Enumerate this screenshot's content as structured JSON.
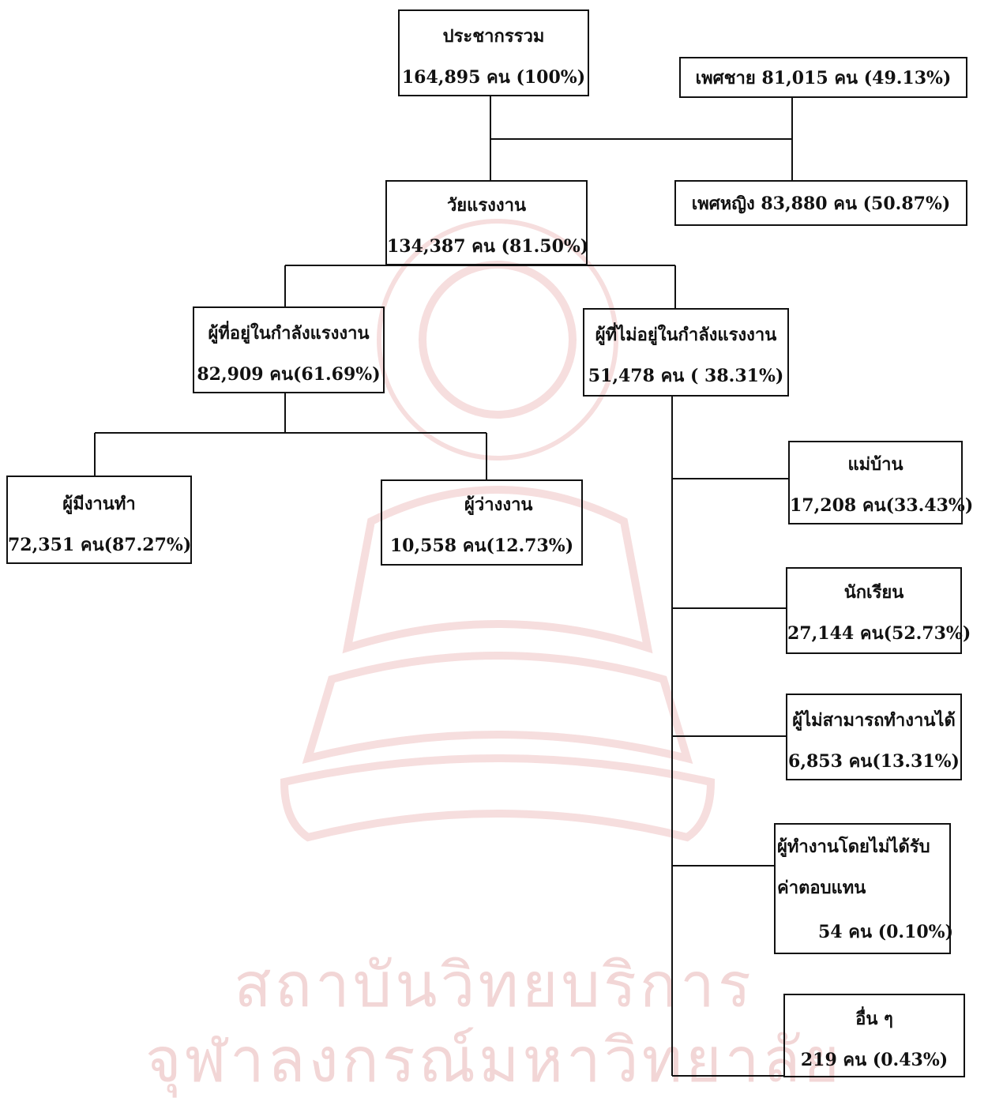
{
  "nodes": {
    "total": {
      "title": "ประชากรรวม",
      "value": "164,895 คน (100%)"
    },
    "male": {
      "text": "เพศชาย 81,015 คน (49.13%)"
    },
    "female": {
      "text": "เพศหญิง 83,880 คน (50.87%)"
    },
    "working_age": {
      "title": "วัยแรงงาน",
      "value": "134,387 คน (81.50%)"
    },
    "in_labor": {
      "title": "ผู้ที่อยู่ในกำลังแรงงาน",
      "value": "82,909 คน(61.69%)"
    },
    "not_labor": {
      "title": "ผู้ที่ไม่อยู่ในกำลังแรงงาน",
      "value": "51,478 คน ( 38.31%)"
    },
    "employed": {
      "title": "ผู้มีงานทำ",
      "value": "72,351 คน(87.27%)"
    },
    "unemployed": {
      "title": "ผู้ว่างงาน",
      "value": "10,558 คน(12.73%)"
    },
    "housewife": {
      "title": "แม่บ้าน",
      "value": "17,208 คน(33.43%)"
    },
    "student": {
      "title": "นักเรียน",
      "value": "27,144 คน(52.73%)"
    },
    "unable": {
      "title": "ผู้ไม่สามารถทำงานได้",
      "value": "6,853 คน(13.31%)"
    },
    "unpaid": {
      "title_line1": "ผู้ทำงานโดยไม่ได้รับ",
      "title_line2": "ค่าตอบแทน",
      "value": "54 คน (0.10%)"
    },
    "others": {
      "title": "อื่น ๆ",
      "value": "219 คน (0.43%)"
    }
  },
  "watermark": {
    "line1": "สถาบันวิทยบริการ",
    "line2": "จุฬาลงกรณ์มหาวิทยาลัย",
    "color": "#f2d6d6"
  },
  "colors": {
    "line": "#111111",
    "watermark": "#f2d6d6"
  }
}
